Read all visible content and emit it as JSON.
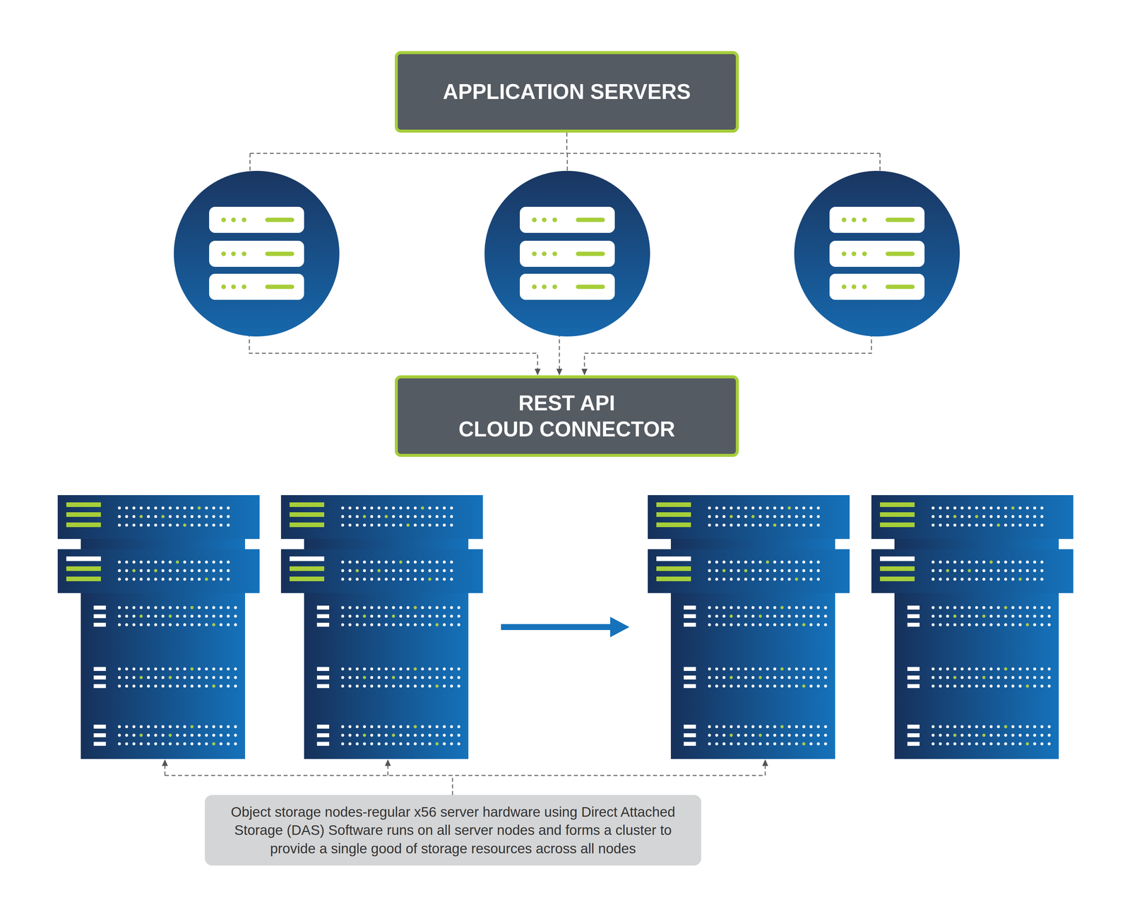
{
  "diagram": {
    "nodes": [
      {
        "text": [
          "APPLICATION SERVERS"
        ]
      },
      {
        "text": [
          "REST API CLOUD CONNECTOR"
        ]
      },
      {
        "text": [
          "Object storage nodes-regular x56 server hardware using Direct Attached Storage (DAS) Software runs on all server nodes and forms a cluster to provide a single good of storage resources across all nodes"
        ]
      }
    ],
    "edges": [
      {
        "from": 0,
        "to": 1,
        "arrow": "to"
      }
    ]
  }
}
